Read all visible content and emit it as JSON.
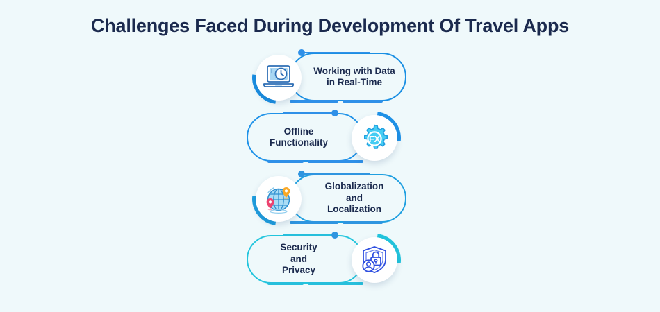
{
  "page": {
    "title": "Challenges Faced During Development Of Travel Apps",
    "background_color": "#eff9fb",
    "title_color": "#1b2a4e"
  },
  "cards": [
    {
      "id": "working-with-data-in-real-time",
      "lines": [
        "Working with Data",
        "in Real-Time"
      ],
      "icon": "laptop-clock-icon",
      "icon_position": "left",
      "accent_color": "#1a8fe3",
      "line_color": "#2f90e8",
      "dot_color": "#2f90e8"
    },
    {
      "id": "offline-functionality",
      "lines": [
        "Offline",
        "Functionality"
      ],
      "icon": "gear-fx-icon",
      "icon_position": "right",
      "accent_color": "#1f92e8",
      "line_color": "#2f90e8",
      "dot_color": "#2f90e8"
    },
    {
      "id": "globalization-and-localization",
      "lines": [
        "Globalization",
        "and",
        "Localization"
      ],
      "icon": "globe-pins-icon",
      "icon_position": "left",
      "accent_color": "#1f9fe0",
      "line_color": "#2f95e0",
      "dot_color": "#2f95e0"
    },
    {
      "id": "security-and-privacy",
      "lines": [
        "Security",
        "and",
        "Privacy"
      ],
      "icon": "shield-lock-user-icon",
      "icon_position": "right",
      "accent_color": "#22c5dd",
      "line_color": "#27bfdc",
      "dot_color": "#2f95e0"
    }
  ],
  "icon_colors": {
    "laptop_body": "#9fd3f2",
    "laptop_outline": "#2f6fb5",
    "gear_fill": "#46cdf3",
    "gear_outline": "#1f9fe0",
    "globe_fill": "#aadcf5",
    "globe_outline": "#2f8fd0",
    "pin_orange": "#f9a825",
    "pin_pink": "#ec4370",
    "shield_outline": "#2f4fe0"
  }
}
